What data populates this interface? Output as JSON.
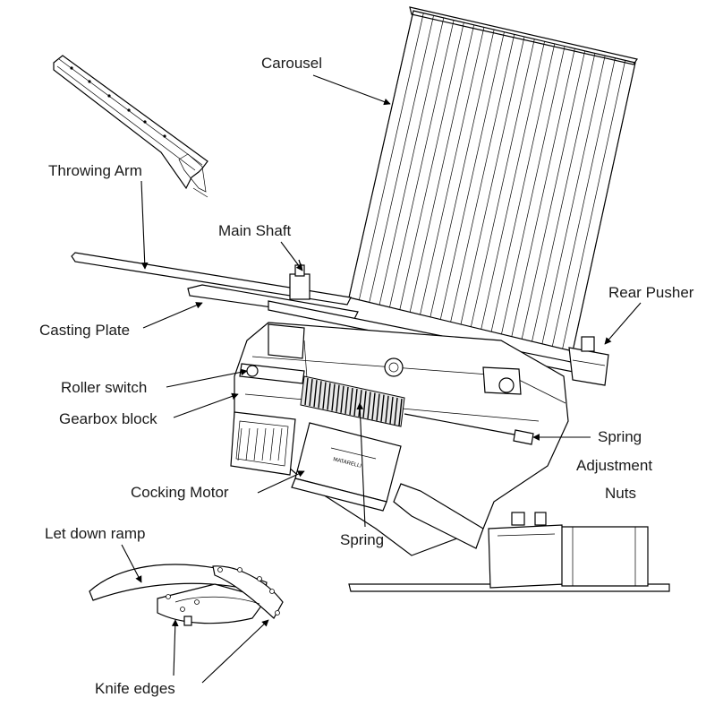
{
  "labels": {
    "carousel": "Carousel",
    "throwing_arm": "Throwing Arm",
    "main_shaft": "Main Shaft",
    "rear_pusher": "Rear Pusher",
    "casting_plate": "Casting Plate",
    "roller_switch": "Roller switch",
    "gearbox_block": "Gearbox block",
    "spring_adjustment_line1": "Spring",
    "spring_adjustment_line2": "Adjustment",
    "spring_adjustment_line3": "Nuts",
    "cocking_motor": "Cocking Motor",
    "spring": "Spring",
    "let_down_ramp": "Let down ramp",
    "knife_edges": "Knife edges"
  },
  "icons": {
    "arrowhead": "arrowhead-icon"
  },
  "colors": {
    "line": "#000000",
    "text": "#1a1a1a",
    "background": "#ffffff"
  }
}
